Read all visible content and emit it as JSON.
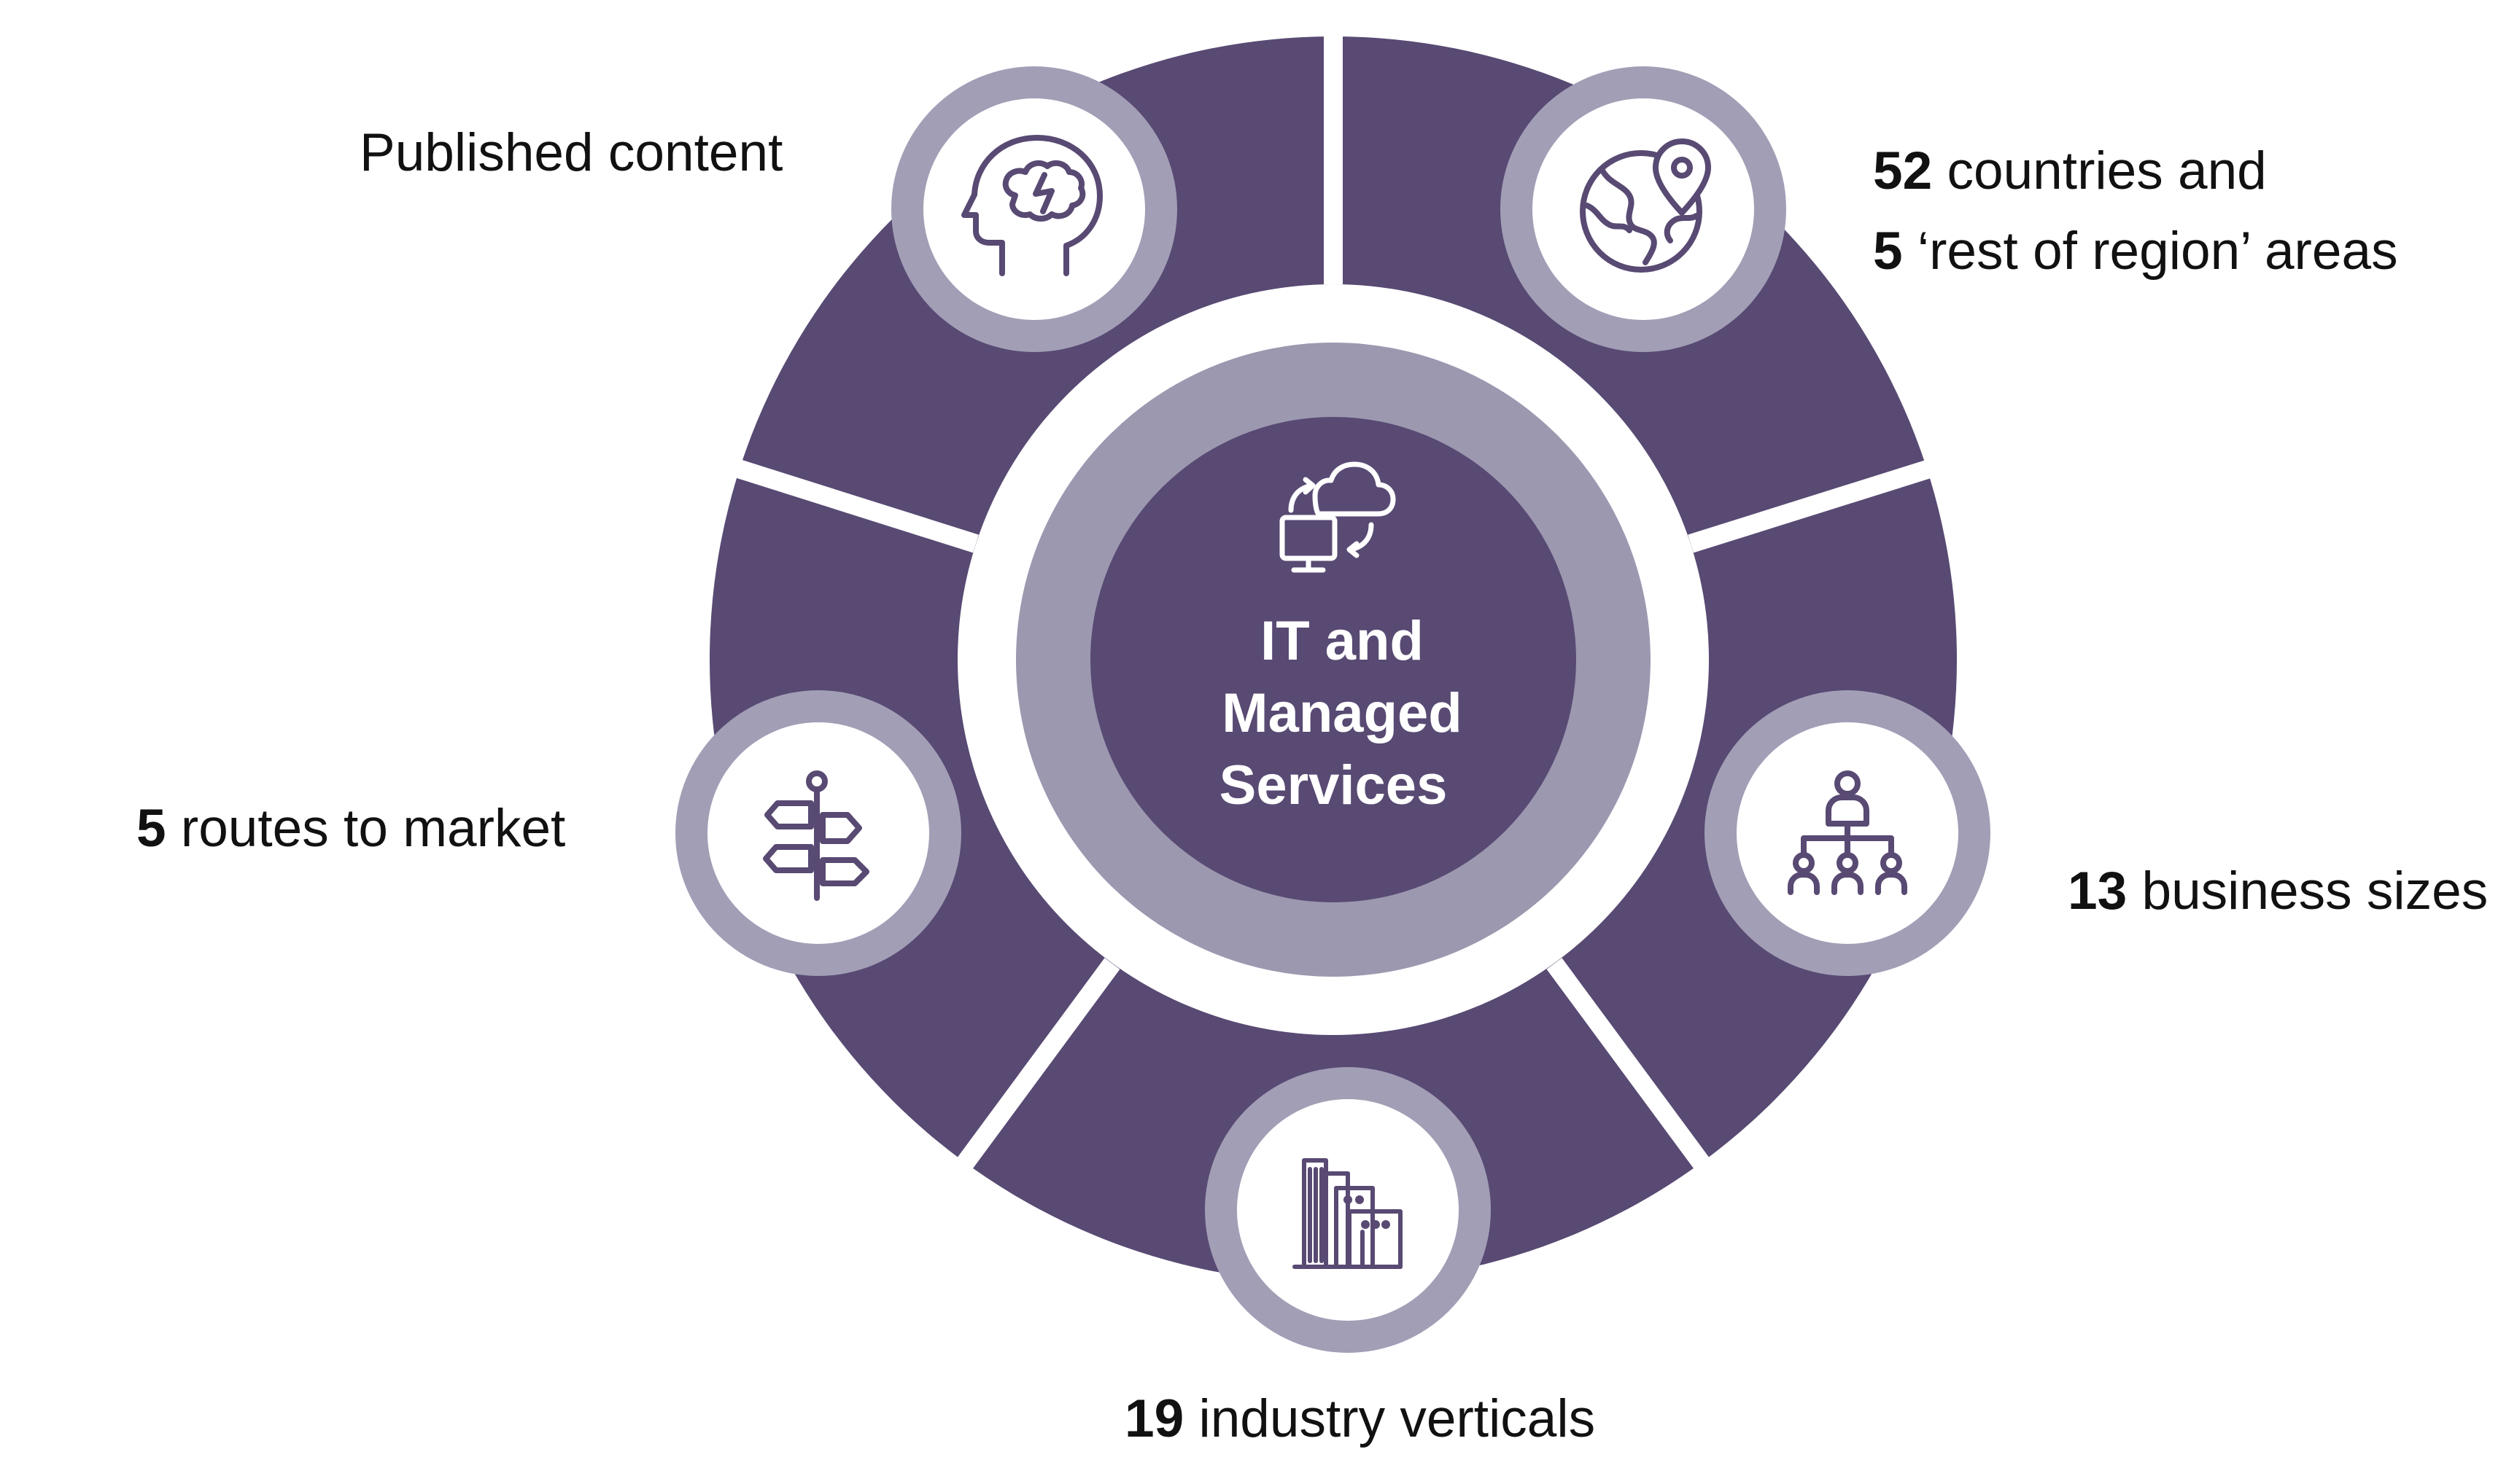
{
  "colors": {
    "ring": "#584a73",
    "inner_ring": "#9c98b0",
    "halo": "#a29eb6",
    "badge": "#ffffff",
    "icon_stroke": "#584a73",
    "center_text": "#ffffff",
    "label_text": "#111111"
  },
  "center": {
    "line1": "IT and",
    "line2": "Managed",
    "line3": "Services",
    "icon": "computer-cloud-sync-icon"
  },
  "segments": [
    {
      "id": "published",
      "icon": "brain-head-icon",
      "label_plain": "Published content"
    },
    {
      "id": "countries",
      "icon": "globe-location-icon",
      "line1_num": "52",
      "line1_text": " countries and",
      "line2_num": "5",
      "line2_text": " ‘rest of region’ areas"
    },
    {
      "id": "sizes",
      "icon": "org-chart-icon",
      "num": "13",
      "text": " business sizes"
    },
    {
      "id": "verticals",
      "icon": "buildings-icon",
      "num": "19",
      "text": " industry verticals"
    },
    {
      "id": "routes",
      "icon": "signpost-icon",
      "num": "5",
      "text": " routes to market"
    }
  ]
}
